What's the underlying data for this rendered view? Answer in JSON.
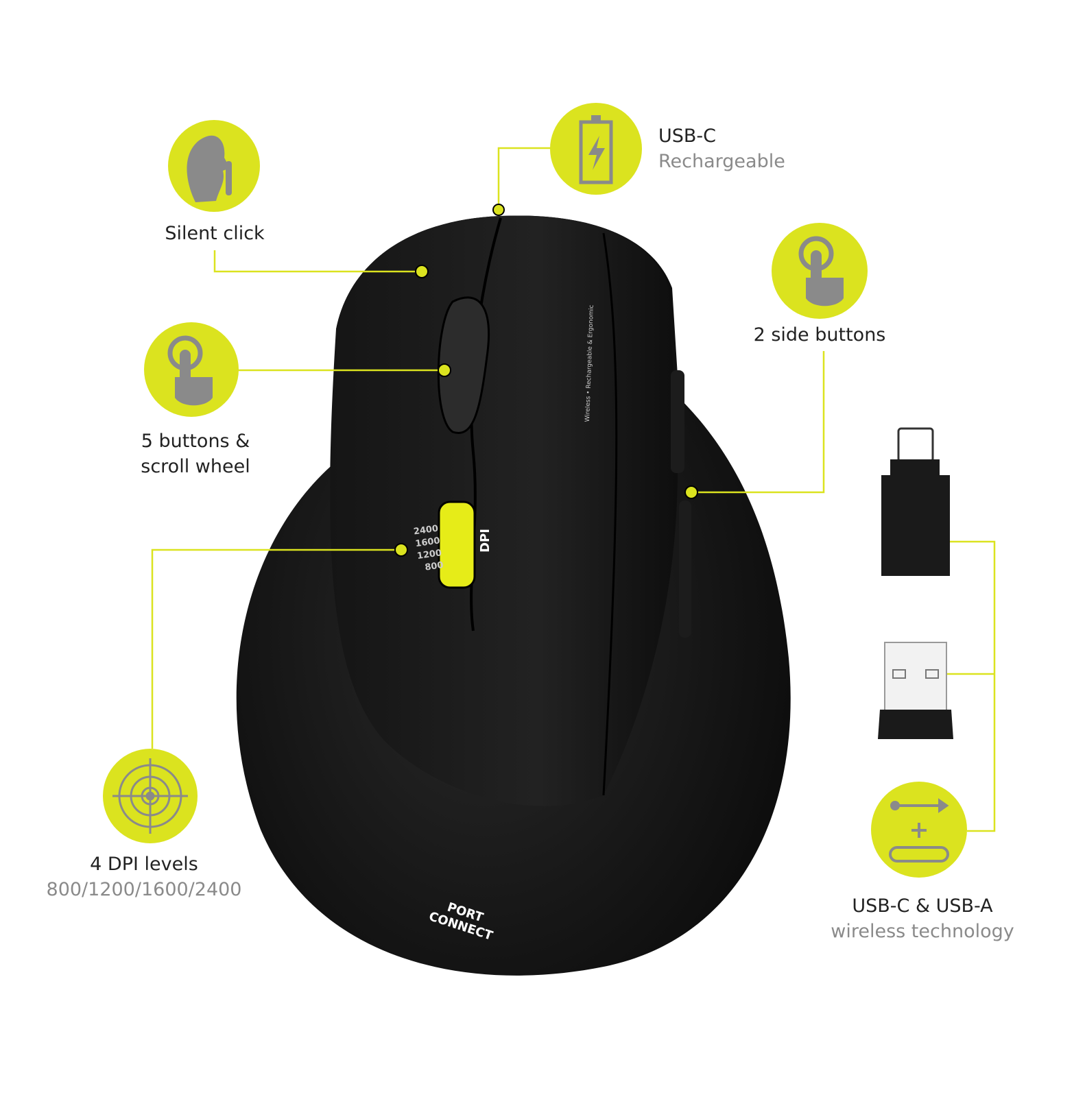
{
  "colors": {
    "accent": "#dbe31f",
    "icon_grey": "#8a8a8a",
    "mouse": "#141414"
  },
  "features": {
    "silent_click": {
      "label": "Silent click",
      "icon": "silence-face-icon"
    },
    "buttons": {
      "label_line1": "5 buttons &",
      "label_line2": "scroll wheel",
      "icon": "finger-tap-icon"
    },
    "dpi": {
      "label": "4 DPI levels",
      "sub": "800/1200/1600/2400",
      "icon": "target-icon"
    },
    "usb_c": {
      "label": "USB-C",
      "sub": "Rechargeable",
      "icon": "battery-charging-icon"
    },
    "side_buttons": {
      "label": "2 side buttons",
      "icon": "finger-tap-icon"
    },
    "wireless": {
      "label": "USB-C & USB-A",
      "sub": "wireless technology",
      "icon": "usb-plus-usbc-icon"
    }
  },
  "mouse": {
    "dpi_levels": [
      "2400",
      "1600",
      "1200",
      "800"
    ],
    "dpi_button": "DPI",
    "side_text": "Wireless • Rechargeable & Ergonomic",
    "logo": "PORT CONNECT"
  }
}
